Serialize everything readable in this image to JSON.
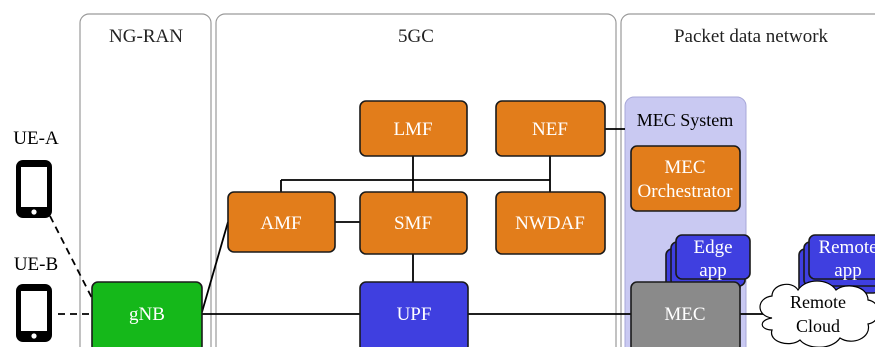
{
  "regions": {
    "ngran": "NG-RAN",
    "core": "5GC",
    "pdn": "Packet data network"
  },
  "ues": {
    "ue_a": "UE-A",
    "ue_b": "UE-B"
  },
  "nodes": {
    "lmf": "LMF",
    "nef": "NEF",
    "amf": "AMF",
    "smf": "SMF",
    "nwdaf": "NWDAF",
    "upf": "UPF",
    "gnb": "gNB",
    "mec": "MEC"
  },
  "mec_system": {
    "title": "MEC System",
    "orchestrator_line1": "MEC",
    "orchestrator_line2": "Orchestrator",
    "edge_line1": "Edge",
    "edge_line2": "app"
  },
  "remote": {
    "app_line1": "Remote",
    "app_line2": "app",
    "cloud_line1": "Remote",
    "cloud_line2": "Cloud"
  },
  "colors": {
    "orange": "#e27d1b",
    "blue": "#3f3fe0",
    "green": "#15b81a",
    "gray": "#8a8a8a",
    "mec_panel": "#c9c9f2"
  }
}
